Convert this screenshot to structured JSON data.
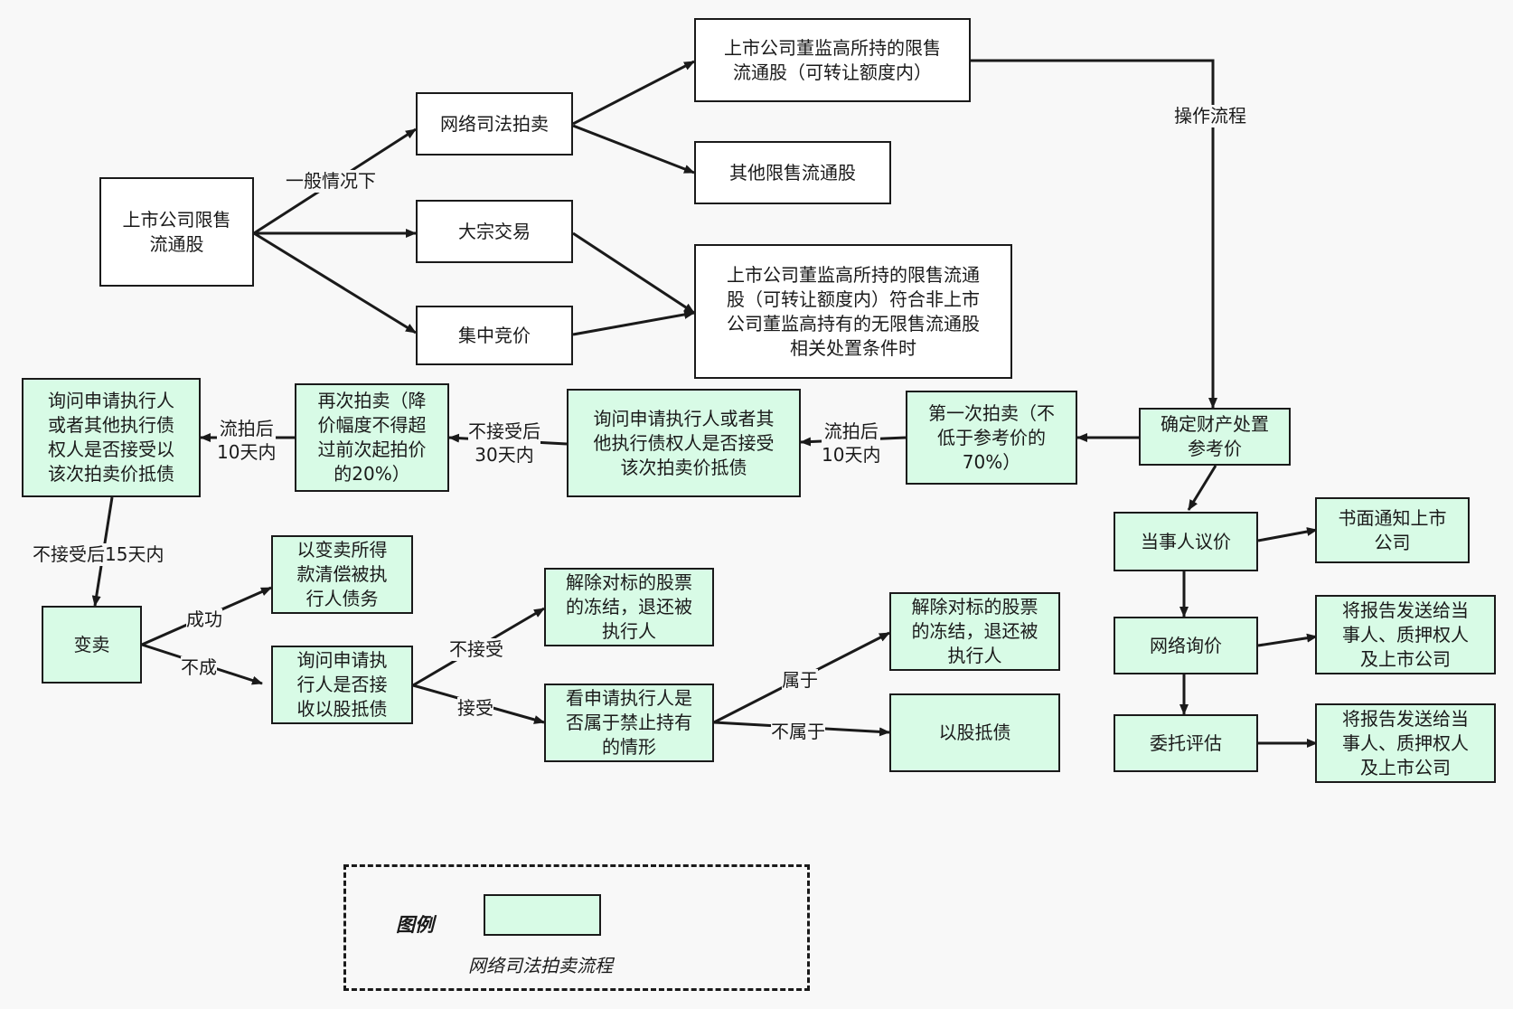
{
  "nodes": {
    "listed_restricted": "上市公司限售\n流通股",
    "online_auction": "网络司法拍卖",
    "block_trade": "大宗交易",
    "central_bidding": "集中竞价",
    "exec_restricted": "上市公司董监高所持的限售\n流通股（可转让额度内）",
    "other_restricted": "其他限售流通股",
    "exec_condition": "上市公司董监高所持的限售流通\n股（可转让额度内）符合非上市\n公司董监高持有的无限售流通股\n相关处置条件时",
    "determine_price": "确定财产处置\n参考价",
    "first_auction": "第一次拍卖（不\n低于参考价的\n70%）",
    "ask_first": "询问申请执行人或者其\n他执行债权人是否接受\n该次拍卖价抵债",
    "second_auction": "再次拍卖（降\n价幅度不得超\n过前次起拍价\n的20%）",
    "ask_second": "询问申请执行人\n或者其他执行债\n权人是否接受以\n该次拍卖价抵债",
    "sell_off": "变卖",
    "repay": "以变卖所得\n款清偿被执\n行人债务",
    "ask_shares": "询问申请执\n行人是否接\n收以股抵债",
    "release_1": "解除对标的股票\n的冻结，退还被\n执行人",
    "check_prohibited": "看申请执行人是\n否属于禁止持有\n的情形",
    "release_2": "解除对标的股票\n的冻结，退还被\n执行人",
    "shares_for_debt": "以股抵债",
    "negotiation": "当事人议价",
    "notify_company": "书面通知上市\n公司",
    "online_inquiry": "网络询价",
    "report_1": "将报告发送给当\n事人、质押权人\n及上市公司",
    "appraisal": "委托评估",
    "report_2": "将报告发送给当\n事人、质押权人\n及上市公司"
  },
  "edge_labels": {
    "general_case": "一般情况下",
    "operation_flow": "操作流程",
    "failed_10_days_a": "流拍后\n10天内",
    "not_accept_30_days": "不接受后\n30天内",
    "failed_10_days_b": "流拍后\n10天内",
    "not_accept_15_days": "不接受后15天内",
    "success": "成功",
    "fail": "不成",
    "not_accept": "不接受",
    "accept": "接受",
    "belongs": "属于",
    "not_belongs": "不属于"
  },
  "legend": {
    "title": "图例",
    "caption": "网络司法拍卖流程"
  },
  "colors": {
    "green_fill": "#d8fbe6",
    "white_fill": "#ffffff",
    "stroke": "#1a1a1a",
    "background": "#f8f8f8"
  }
}
